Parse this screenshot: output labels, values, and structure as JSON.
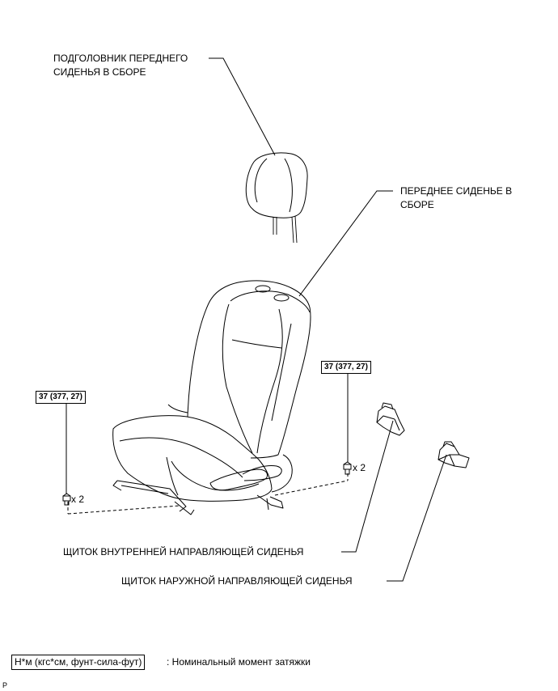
{
  "labels": {
    "headrest": [
      "ПОДГОЛОВНИК ПЕРЕДНЕГО",
      "СИДЕНЬЯ В СБОРЕ"
    ],
    "seat": [
      "ПЕРЕДНЕЕ СИДЕНЬЕ В",
      "СБОРЕ"
    ],
    "inner_cover": "ЩИТОК ВНУТРЕННЕЙ НАПРАВЛЯЮЩЕЙ СИДЕНЬЯ",
    "outer_cover": "ЩИТОК НАРУЖНОЙ НАПРАВЛЯЮЩЕЙ СИДЕНЬЯ"
  },
  "torque_left": "37 (377, 27)",
  "torque_right": "37 (377, 27)",
  "qty_left": "x 2",
  "qty_right": "x 2",
  "legend": {
    "box": "Н*м (кгс*см, фунт-сила-фут)",
    "text": ": Номинальный момент затяжки"
  },
  "page_ref": "P"
}
